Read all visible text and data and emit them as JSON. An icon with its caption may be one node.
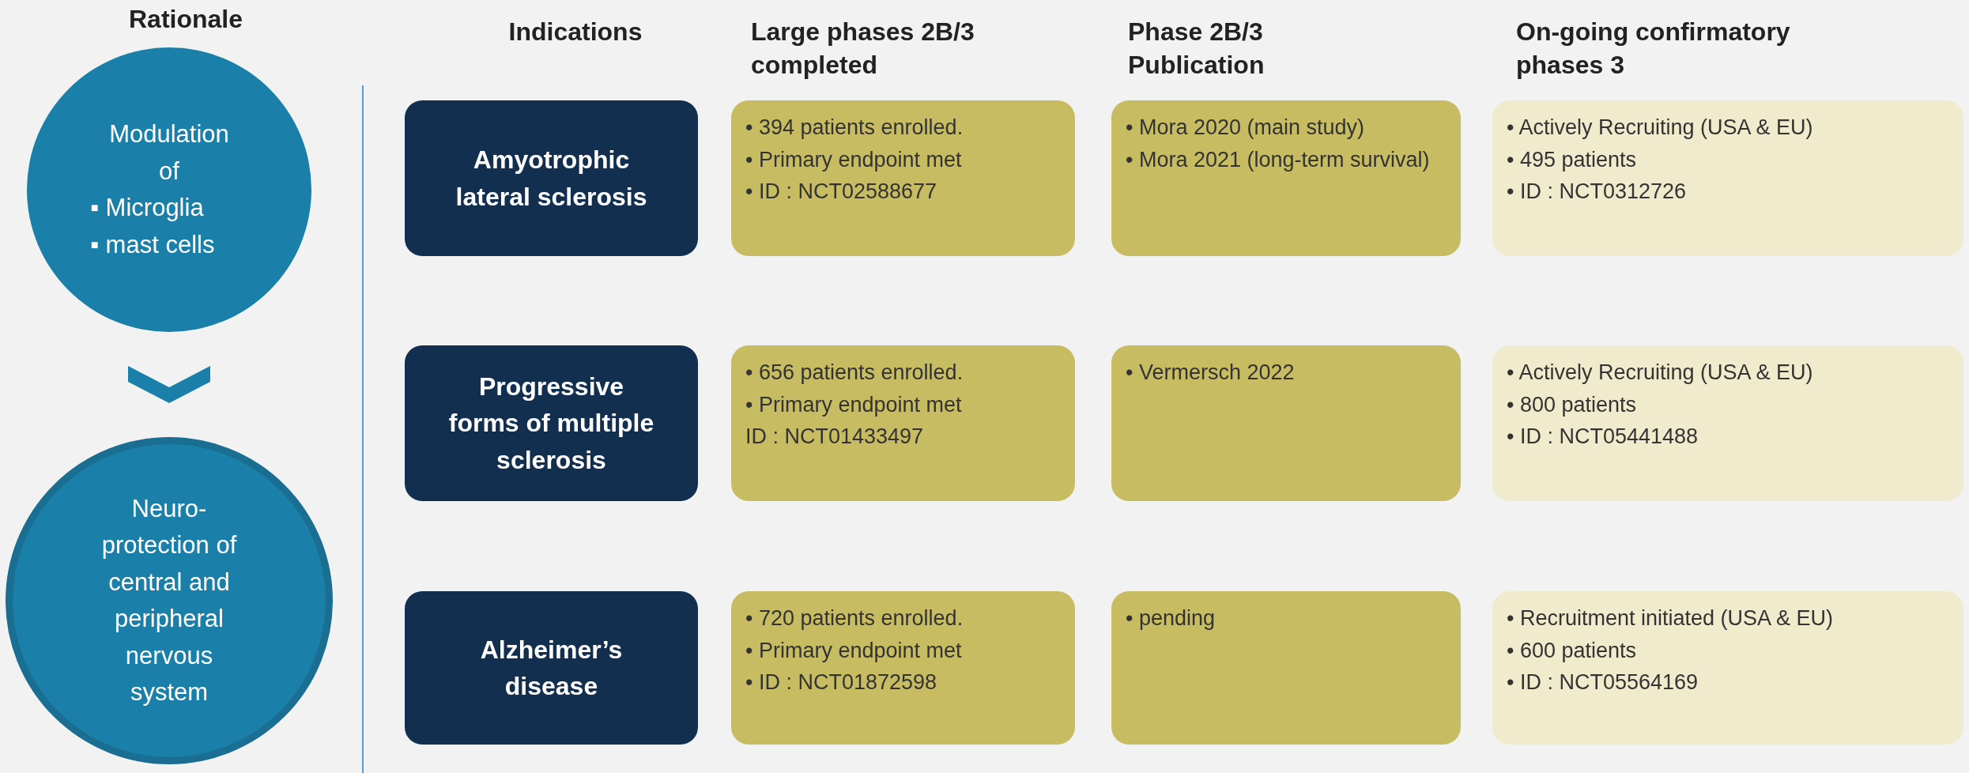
{
  "diagram": {
    "nodes": [
      {
        "text": [
          "Modulation of",
          "▪ Microglia",
          "▪ mast cells"
        ]
      },
      {
        "text": [
          "Neuro-protection of central and peripheral nervous system"
        ]
      },
      {
        "text": [
          "Amyotrophic lateral sclerosis"
        ]
      },
      {
        "text": [
          "• 394 patients enrolled.",
          "• Primary endpoint met",
          "• ID : NCT02588677"
        ]
      },
      {
        "text": [
          "• Mora 2020 (main study)",
          "• Mora 2021 (long-term survival)"
        ]
      },
      {
        "text": [
          "• Actively Recruiting (USA & EU)",
          "• 495 patients",
          "• ID : NCT0312726"
        ]
      },
      {
        "text": [
          "Progressive forms of multiple sclerosis"
        ]
      },
      {
        "text": [
          "• 656 patients enrolled.",
          "• Primary endpoint met",
          "ID : NCT01433497"
        ]
      },
      {
        "text": [
          "• Vermersch 2022"
        ]
      },
      {
        "text": [
          "• Actively Recruiting  (USA & EU)",
          "• 800 patients",
          "• ID : NCT05441488"
        ]
      },
      {
        "text": [
          "Alzheimer’s disease"
        ]
      },
      {
        "text": [
          "• 720 patients enrolled.",
          "• Primary endpoint met",
          "• ID : NCT01872598"
        ]
      },
      {
        "text": [
          "• pending"
        ]
      },
      {
        "text": [
          "• Recruitment initiated  (USA & EU)",
          "• 600 patients",
          "• ID : NCT05564169"
        ]
      }
    ],
    "edges": [
      {
        "from": 0,
        "to": 1,
        "arrow": "to"
      }
    ],
    "labels": [
      "Rationale",
      "Indications",
      "Large phases 2B/3 completed",
      "Phase 2B/3 Publication",
      "On-going confirmatory phases 3"
    ]
  }
}
